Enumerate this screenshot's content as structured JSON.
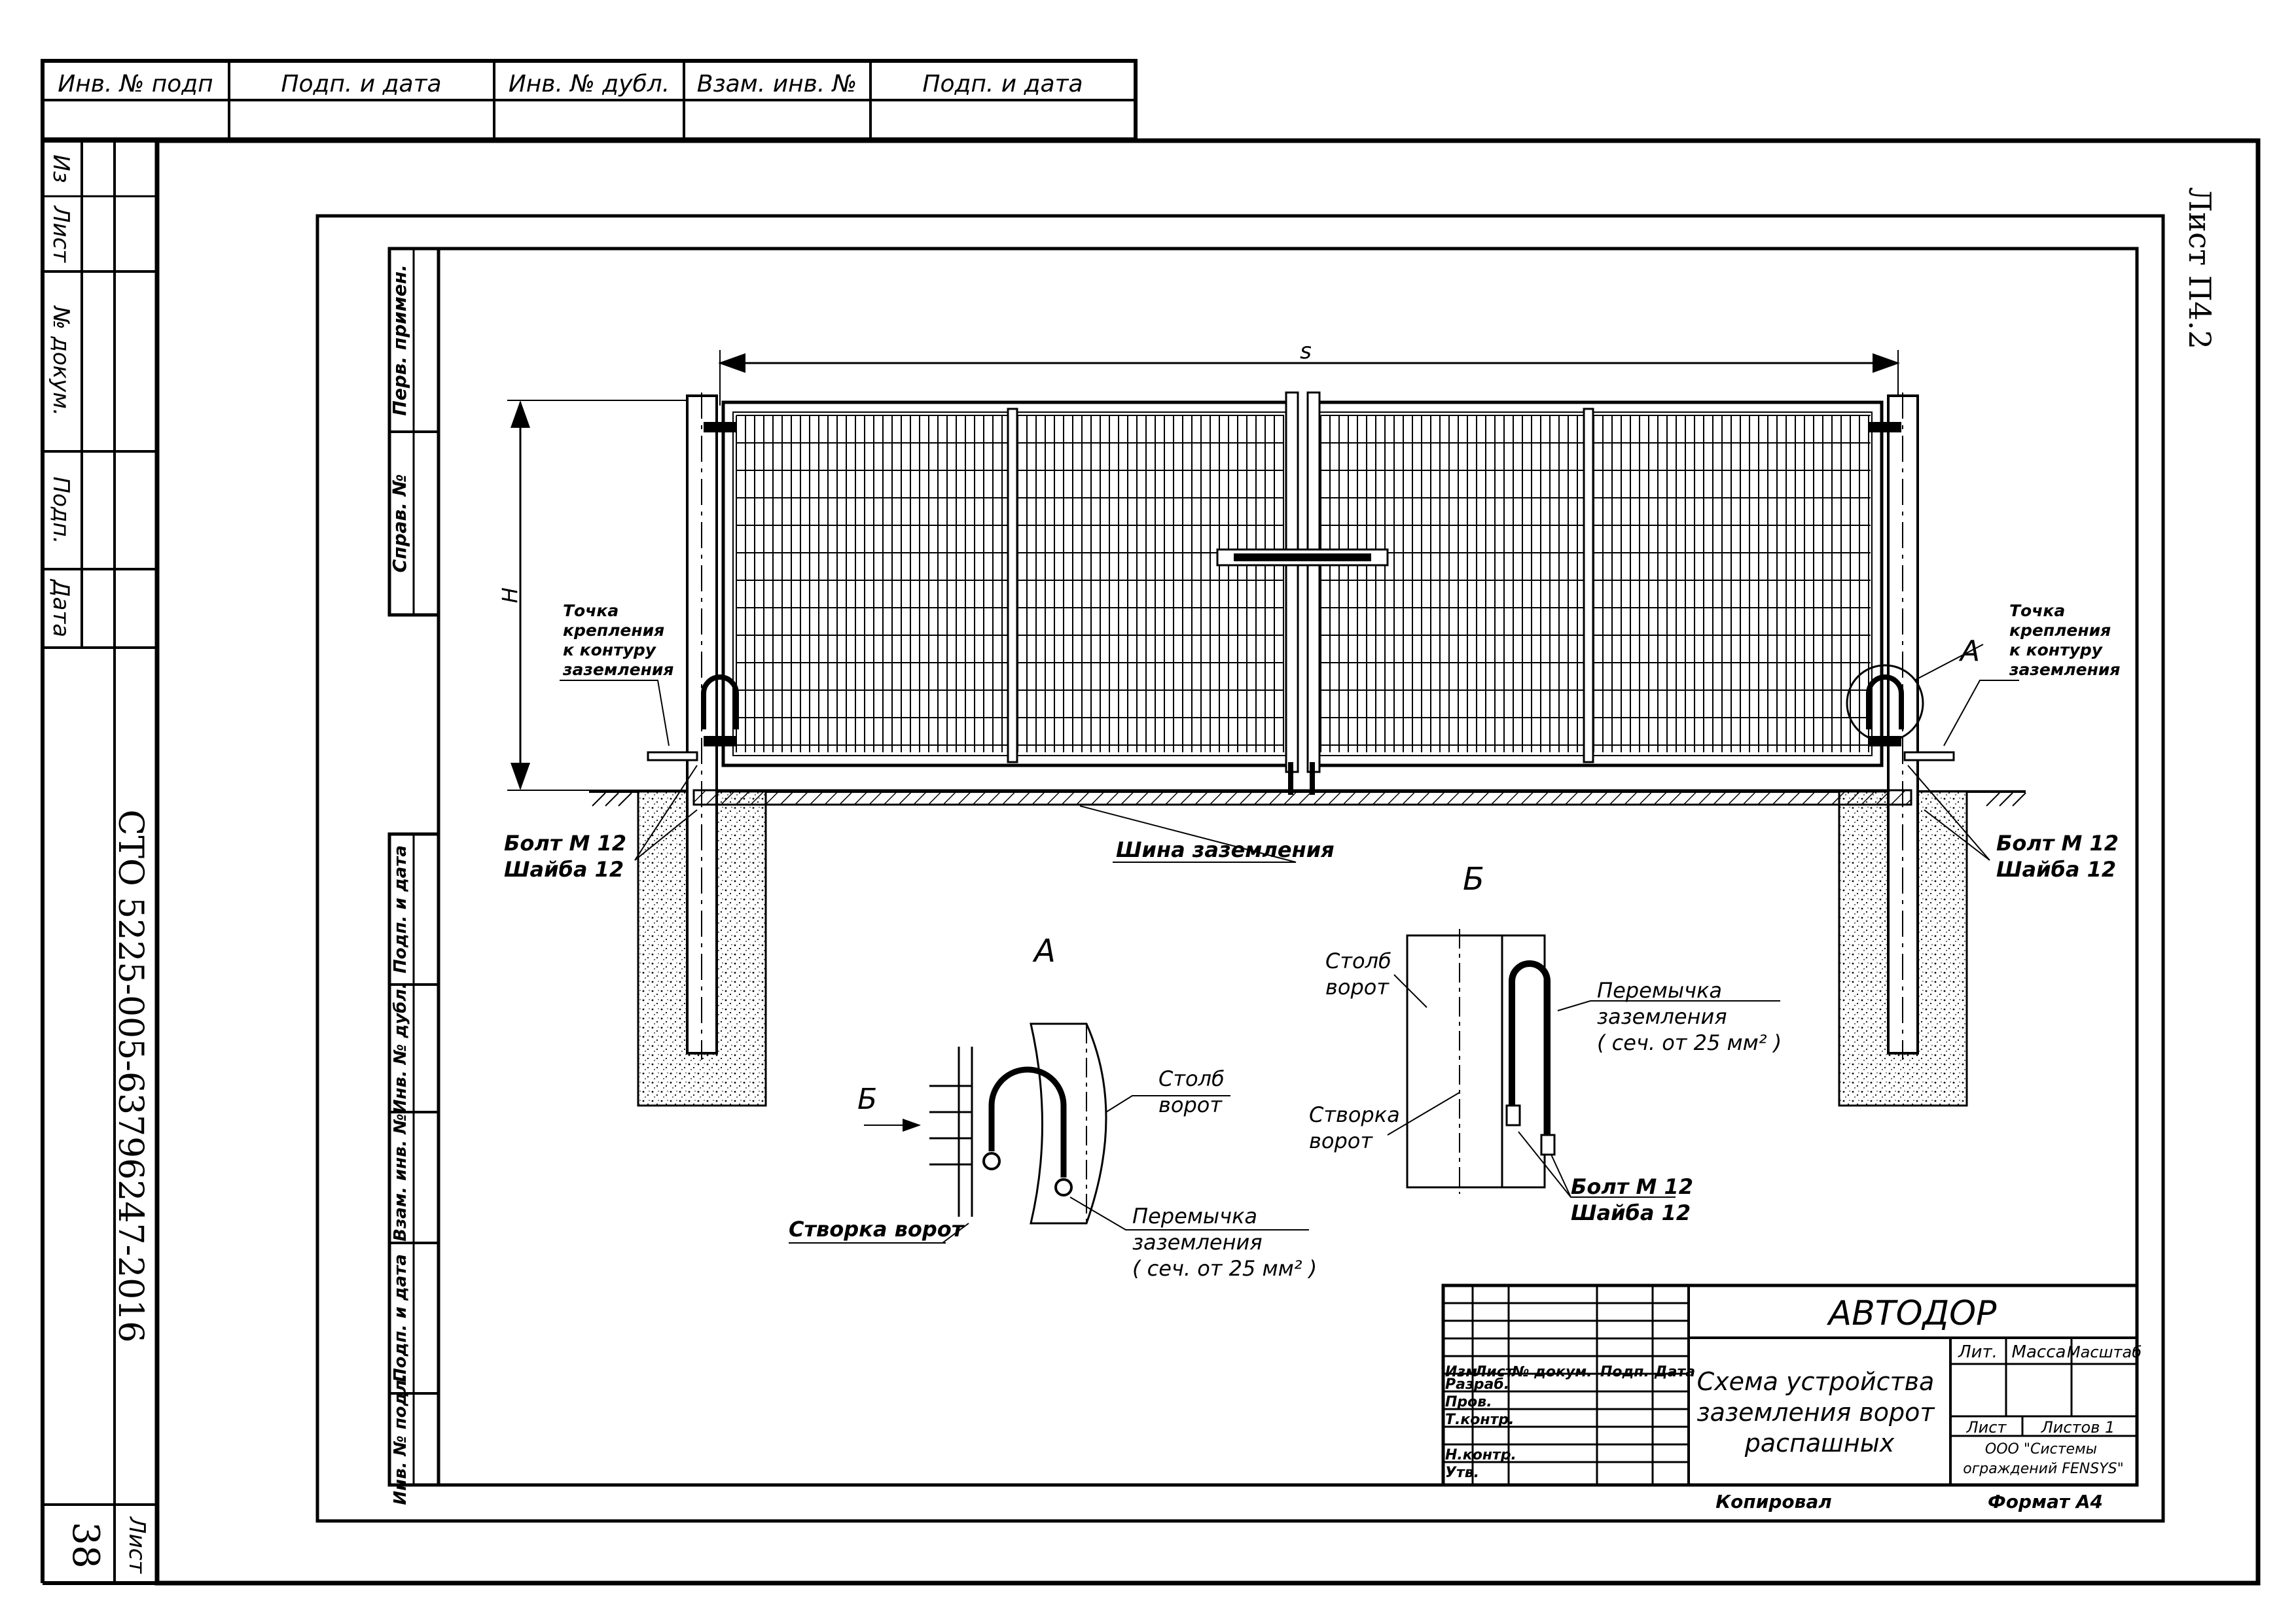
{
  "top_stamp": {
    "headers": [
      "Инв. № подп",
      "Подп. и дата",
      "Инв. № дубл.",
      "Взам. инв. №",
      "Подп. и дата"
    ]
  },
  "left_stamp": {
    "labels": [
      "Из",
      "Лист",
      "№ докум.",
      "Подп.",
      "Дата"
    ],
    "doc_code": "СТО 5225-005-63796247-2016",
    "sheet_label": "Лист",
    "sheet_number": "38"
  },
  "sheet_ref": "Лист П4.2",
  "inner_stamp": {
    "top_labels": [
      "Перв. примен.",
      "Справ. №"
    ],
    "bottom_labels": [
      "Подп. и дата",
      "Инв. № дубл.",
      "Взам. инв. №",
      "Подп. и дата",
      "Инв. № подл."
    ]
  },
  "drawing": {
    "dim_s": "s",
    "dim_h": "H",
    "ground_point_left": [
      "Точка",
      "крепления",
      "к контуру",
      "заземления"
    ],
    "ground_point_right": [
      "Точка",
      "крепления",
      "к контуру",
      "заземления"
    ],
    "bolt_left": [
      "Болт М 12",
      "Шайба 12"
    ],
    "bolt_right": [
      "Болт М 12",
      "Шайба 12"
    ],
    "bus_label": "Шина заземления",
    "callout_a": "А",
    "detail_a": {
      "title": "А",
      "view_b": "Б",
      "post": [
        "Столб",
        "ворот"
      ],
      "leaf": "Створка ворот",
      "jumper": [
        "Перемычка",
        "заземления",
        "( сеч. от 25 мм² )"
      ]
    },
    "detail_b": {
      "title": "Б",
      "post": [
        "Столб",
        "ворот"
      ],
      "leaf": [
        "Створка",
        "ворот"
      ],
      "jumper": [
        "Перемычка",
        "заземления",
        "( сеч. от 25 мм² )"
      ],
      "bolt": [
        "Болт М 12",
        "Шайба 12"
      ]
    }
  },
  "title_block": {
    "org": "АВТОДОР",
    "cols": [
      "Изм",
      "Лист",
      "№ докум.",
      "Подп.",
      "Дата"
    ],
    "rows": [
      "Разраб.",
      "Пров.",
      "Т.контр.",
      "",
      "Н.контр.",
      "Утв."
    ],
    "title": [
      "Схема устройства",
      "заземления ворот",
      "распашных"
    ],
    "lit": "Лит.",
    "mass": "Масса",
    "scale": "Масштаб",
    "sheet": "Лист",
    "sheets": "Листов 1",
    "company": [
      "ООО \"Системы",
      "ограждений FENSYS\""
    ],
    "copied": "Копировал",
    "format": "Формат А4"
  }
}
